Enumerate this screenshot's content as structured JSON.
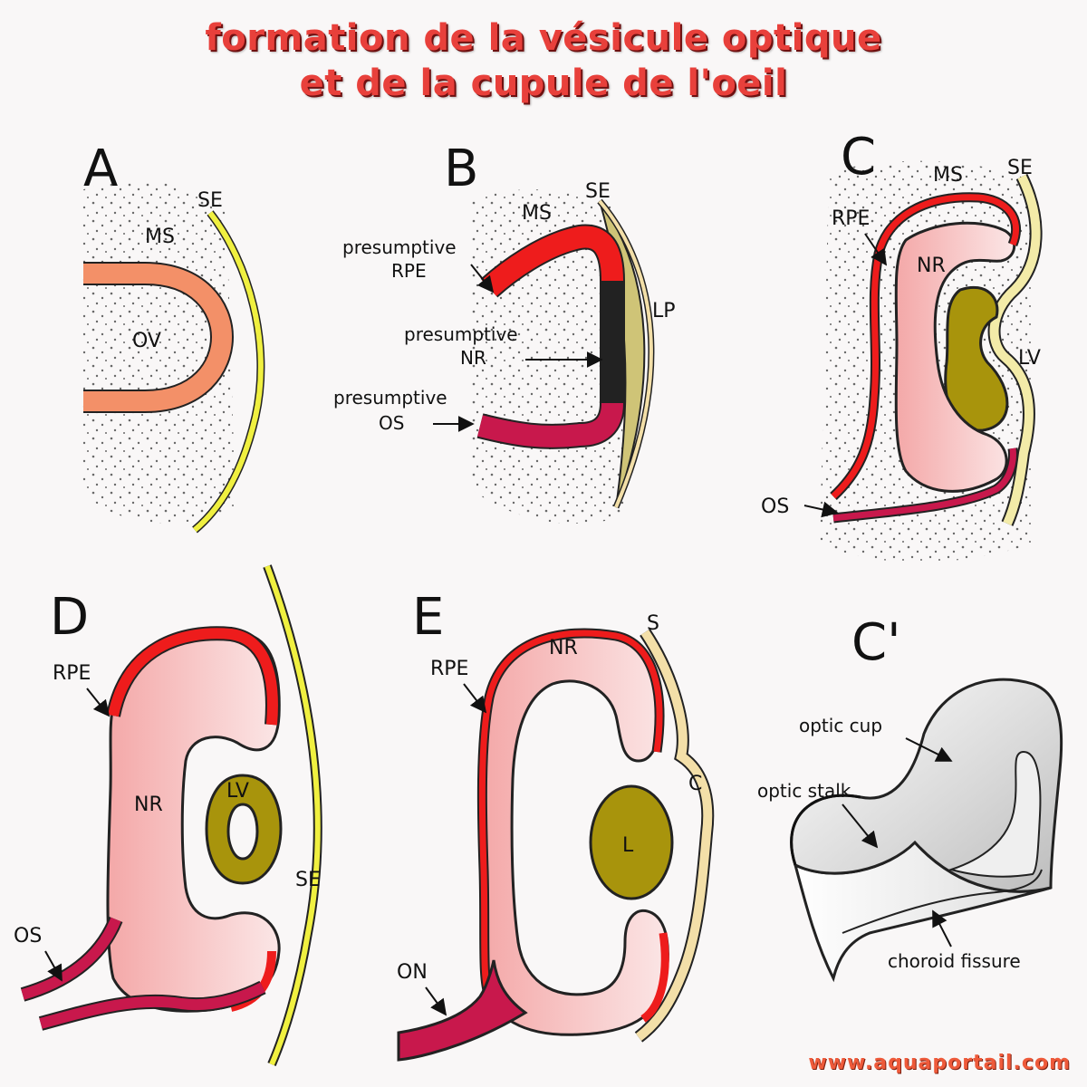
{
  "title": {
    "line1": "formation de la vésicule optique",
    "line2": "et de la cupule de l'oeil"
  },
  "watermark": "www.aquaportail.com",
  "colors": {
    "title": "#e8403b",
    "rpe_red": "#ee1c1c",
    "nr_pink": "#f6c0c0",
    "os_crimson": "#c8184c",
    "ov_orange": "#f39068",
    "se_yellow": "#f0f040",
    "lens_olive": "#a8940c",
    "cornea_tan": "#f3dfa8"
  },
  "panels": {
    "A": {
      "letter": "A",
      "labels": {
        "se": "SE",
        "ms": "MS",
        "ov": "OV"
      }
    },
    "B": {
      "letter": "B",
      "labels": {
        "se": "SE",
        "ms": "MS",
        "rpe1": "presumptive",
        "rpe2": "RPE",
        "nr1": "presumptive",
        "nr2": "NR",
        "os1": "presumptive",
        "os2": "OS",
        "lp": "LP"
      }
    },
    "C": {
      "letter": "C",
      "labels": {
        "ms": "MS",
        "se": "SE",
        "rpe": "RPE",
        "nr": "NR",
        "lv": "LV",
        "os": "OS"
      }
    },
    "D": {
      "letter": "D",
      "labels": {
        "rpe": "RPE",
        "nr": "NR",
        "lv": "LV",
        "se": "SE",
        "os": "OS"
      }
    },
    "E": {
      "letter": "E",
      "labels": {
        "s": "S",
        "nr": "NR",
        "rpe": "RPE",
        "c": "C",
        "l": "L",
        "on": "ON"
      }
    },
    "Cp": {
      "letter": "C'",
      "labels": {
        "cup": "optic cup",
        "stalk": "optic stalk",
        "fissure": "choroid fissure"
      }
    }
  }
}
